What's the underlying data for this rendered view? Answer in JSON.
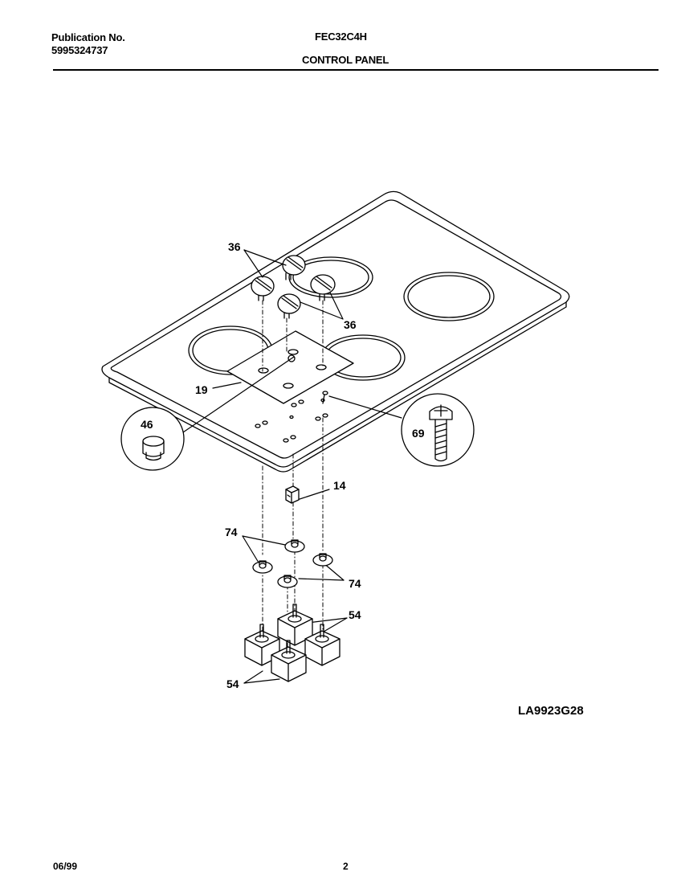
{
  "header": {
    "publication_label": "Publication No.",
    "publication_number": "5995324737",
    "model": "FEC32C4H",
    "section_title": "CONTROL PANEL"
  },
  "diagram": {
    "drawing_code": "LA9923G28",
    "callouts": {
      "c36a": "36",
      "c36b": "36",
      "c19": "19",
      "c46": "46",
      "c69": "69",
      "c14": "14",
      "c74a": "74",
      "c74b": "74",
      "c54a": "54",
      "c54b": "54"
    }
  },
  "footer": {
    "date": "06/99",
    "page_number": "2"
  }
}
